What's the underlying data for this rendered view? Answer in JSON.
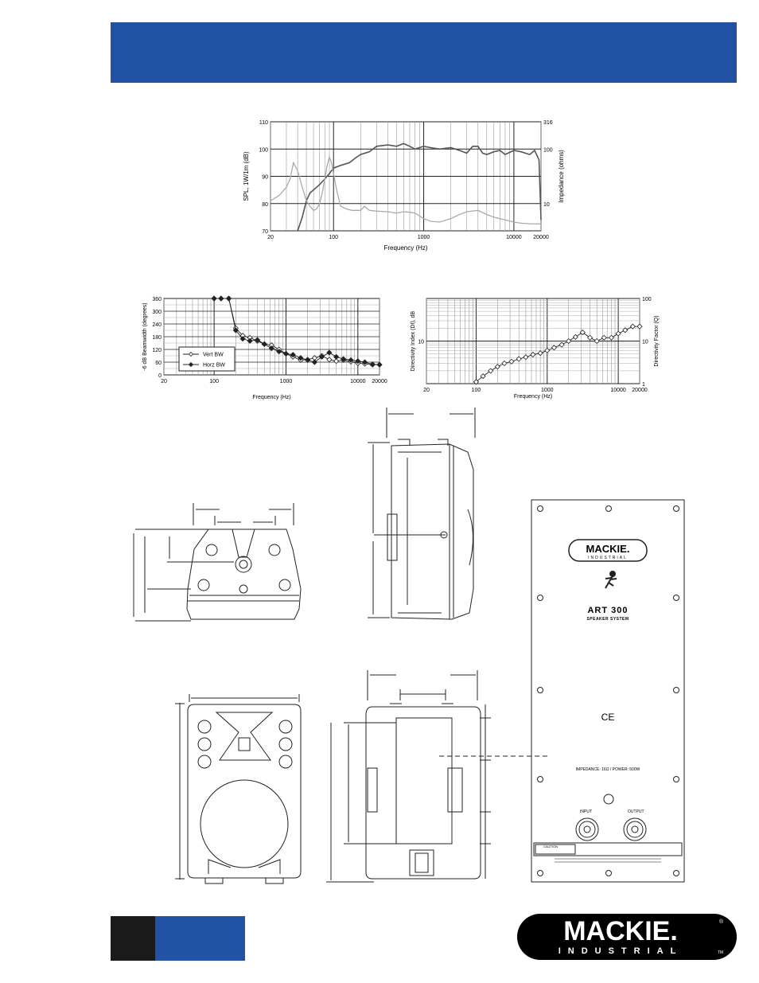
{
  "brand": {
    "name": "MACKIE.",
    "sub": "INDUSTRIAL",
    "tm": "TM",
    "reg": "®"
  },
  "colors": {
    "banner": "#2152a3",
    "footer_black": "#1a1a1a",
    "curve_dark": "#555555",
    "curve_light": "#aaaaaa"
  },
  "chart_data": [
    {
      "type": "line",
      "title": "",
      "xlabel": "Frequency (Hz)",
      "ylabel": "SPL, 1W/1m (dB)",
      "y2label": "Impedance (ohms)",
      "x_scale": "log",
      "xlim": [
        20,
        20000
      ],
      "ylim": [
        70,
        110
      ],
      "x_ticks": [
        "20",
        "100",
        "1000",
        "10000",
        "20000"
      ],
      "y_ticks": [
        "70",
        "80",
        "90",
        "100",
        "110"
      ],
      "y2_ticks": [
        "10",
        "100",
        "316"
      ],
      "grid": true,
      "series": [
        {
          "role": "spl",
          "x": [
            40,
            45,
            50,
            55,
            60,
            65,
            70,
            80,
            90,
            100,
            120,
            150,
            180,
            200,
            250,
            300,
            400,
            500,
            600,
            700,
            800,
            1000,
            1200,
            1500,
            2000,
            2500,
            3000,
            3500,
            4000,
            4500,
            5000,
            6000,
            7000,
            8000,
            10000,
            12000,
            15000,
            17000,
            19000,
            20000
          ],
          "y": [
            70,
            75,
            81,
            84,
            85,
            86,
            87,
            89,
            91,
            93,
            94,
            95,
            97,
            98,
            99,
            101,
            101.5,
            101,
            102,
            101,
            100,
            101,
            100.5,
            100,
            100.5,
            99.5,
            98.5,
            101,
            101,
            98.5,
            98,
            99,
            99.5,
            98,
            99.5,
            99,
            98,
            99.5,
            96,
            74
          ]
        },
        {
          "role": "impedance",
          "x": [
            20,
            25,
            30,
            33,
            36,
            40,
            45,
            50,
            55,
            60,
            65,
            70,
            75,
            80,
            85,
            90,
            95,
            100,
            110,
            120,
            140,
            160,
            200,
            220,
            250,
            300,
            400,
            500,
            600,
            700,
            800,
            1000,
            1200,
            1500,
            2000,
            2500,
            3000,
            4000,
            5000,
            6000,
            8000,
            10000,
            12000,
            15000,
            20000
          ],
          "y": [
            81,
            83,
            86,
            89,
            95,
            92,
            86,
            81,
            79,
            77.5,
            78,
            80,
            84,
            89,
            94,
            97,
            95,
            91,
            84,
            79,
            78,
            77.5,
            77.5,
            79,
            77.5,
            77.2,
            77,
            76.5,
            77,
            76.8,
            76.5,
            74.5,
            73.5,
            73.2,
            74.5,
            76,
            77,
            77.5,
            76,
            75,
            74,
            73.2,
            72.8,
            72.6,
            72.5
          ]
        }
      ]
    },
    {
      "type": "line",
      "title": "",
      "xlabel": "Frequency (Hz)",
      "ylabel": "-6 dB Beamwidth (degrees)",
      "x_scale": "log",
      "xlim": [
        20,
        20000
      ],
      "ylim": [
        0,
        360
      ],
      "x_ticks": [
        "20",
        "100",
        "1000",
        "10000",
        "20000"
      ],
      "y_ticks": [
        "0",
        "60",
        "120",
        "180",
        "240",
        "300",
        "360"
      ],
      "grid": true,
      "legend": "center-left",
      "series": [
        {
          "name": "Vert BW",
          "x": [
            100,
            125,
            160,
            200,
            250,
            315,
            400,
            500,
            630,
            800,
            1000,
            1250,
            1600,
            2000,
            2500,
            3150,
            4000,
            5000,
            6300,
            8000,
            10000,
            12500,
            16000,
            20000
          ],
          "y": [
            360,
            360,
            360,
            220,
            185,
            175,
            160,
            145,
            140,
            120,
            100,
            85,
            70,
            72,
            80,
            90,
            72,
            65,
            70,
            62,
            55,
            52,
            48,
            48
          ]
        },
        {
          "name": "Horz BW",
          "x": [
            100,
            125,
            160,
            200,
            250,
            315,
            400,
            500,
            630,
            800,
            1000,
            1250,
            1600,
            2000,
            2500,
            3150,
            4000,
            5000,
            6300,
            8000,
            10000,
            12500,
            16000,
            20000
          ],
          "y": [
            360,
            360,
            360,
            210,
            170,
            160,
            165,
            145,
            125,
            110,
            100,
            95,
            80,
            70,
            60,
            85,
            105,
            85,
            75,
            70,
            65,
            60,
            50,
            48
          ]
        }
      ]
    },
    {
      "type": "line",
      "title": "",
      "xlabel": "Frequency (Hz)",
      "ylabel": "Directivity Index (DI), dB",
      "y2label": "Directivity Factor (Q)",
      "x_scale": "log",
      "xlim": [
        20,
        20000
      ],
      "y_scale": "log",
      "ylim": [
        1,
        100
      ],
      "x_ticks": [
        "20",
        "100",
        "1000",
        "10000",
        "20000"
      ],
      "y_ticks": [
        "10"
      ],
      "y2_ticks": [
        "1",
        "10",
        "100"
      ],
      "grid": true,
      "series": [
        {
          "x": [
            100,
            125,
            160,
            200,
            250,
            315,
            400,
            500,
            630,
            800,
            1000,
            1250,
            1600,
            2000,
            2500,
            3150,
            4000,
            5000,
            6300,
            8000,
            10000,
            12500,
            16000,
            20000
          ],
          "y": [
            1.1,
            1.5,
            2.0,
            2.5,
            3.0,
            3.3,
            3.8,
            4.2,
            4.8,
            5.2,
            6.0,
            7.0,
            8.2,
            10,
            12.5,
            16,
            12,
            10,
            12,
            12,
            15,
            18,
            22,
            22
          ]
        }
      ]
    }
  ],
  "rear_panel": {
    "model": "ART 300",
    "subtitle": "SPEAKER SYSTEM",
    "ce": "CE",
    "impedance": "IMPEDANCE: 16Ω / POWER: 500W",
    "input": "INPUT",
    "output": "OUTPUT",
    "caution": "CAUTION"
  }
}
